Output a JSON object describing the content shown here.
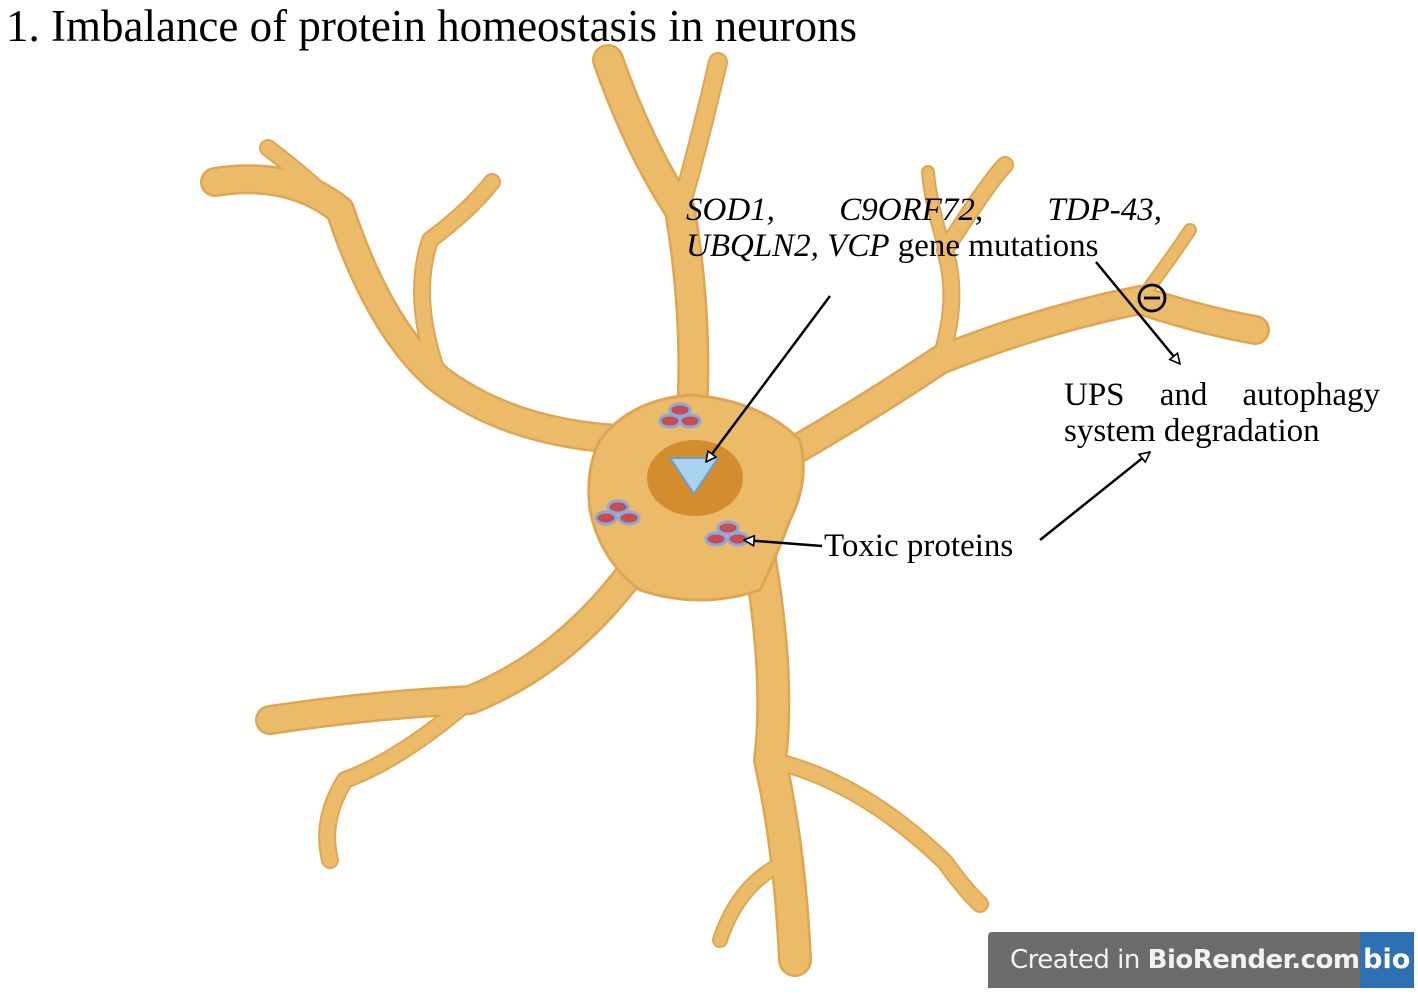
{
  "title": "1. Imbalance of protein homeostasis in neurons",
  "mutations": {
    "genes_line1": [
      "SOD1,",
      "C9ORF72,",
      "TDP-43,"
    ],
    "genes_line2": "UBQLN2, VCP",
    "suffix": " gene mutations"
  },
  "ups": {
    "line1_words": [
      "UPS",
      "and",
      "autophagy"
    ],
    "line2": "system degradation"
  },
  "toxic_label": "Toxic proteins",
  "inhibit_symbol": "⊖",
  "badge": {
    "prefix": "Created in ",
    "brand": "BioRender.com",
    "logo": "bio"
  },
  "colors": {
    "neuron_fill": "#ebbb6a",
    "neuron_outline": "#e0a552",
    "nucleus": "#d48d2e",
    "mutation_triangle": "#a9d2ee",
    "protein_fill": "#c54b55",
    "protein_outline": "#8fa7d6"
  }
}
